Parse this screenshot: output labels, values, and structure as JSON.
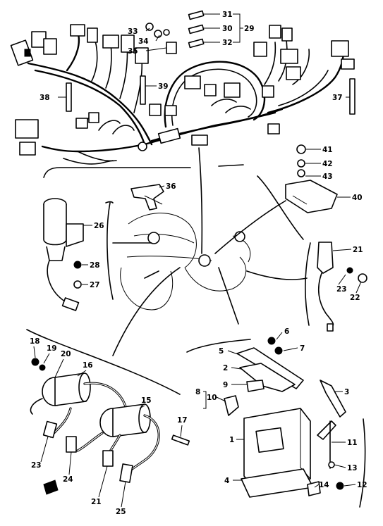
{
  "callouts": [
    {
      "id": "c31",
      "label": "31"
    },
    {
      "id": "c30",
      "label": "30"
    },
    {
      "id": "c29",
      "label": "29"
    },
    {
      "id": "c32",
      "label": "32"
    },
    {
      "id": "c33",
      "label": "33"
    },
    {
      "id": "c34",
      "label": "34"
    },
    {
      "id": "c35",
      "label": "35"
    },
    {
      "id": "c38",
      "label": "38"
    },
    {
      "id": "c39",
      "label": "39"
    },
    {
      "id": "c37",
      "label": "37"
    },
    {
      "id": "c41",
      "label": "41"
    },
    {
      "id": "c42",
      "label": "42"
    },
    {
      "id": "c43",
      "label": "43"
    },
    {
      "id": "c40",
      "label": "40"
    },
    {
      "id": "c36",
      "label": "36"
    },
    {
      "id": "c26",
      "label": "26"
    },
    {
      "id": "c28",
      "label": "28"
    },
    {
      "id": "c27",
      "label": "27"
    },
    {
      "id": "c21a",
      "label": "21"
    },
    {
      "id": "c23a",
      "label": "23"
    },
    {
      "id": "c22",
      "label": "22"
    },
    {
      "id": "c18",
      "label": "18"
    },
    {
      "id": "c19",
      "label": "19"
    },
    {
      "id": "c20",
      "label": "20"
    },
    {
      "id": "c16",
      "label": "16"
    },
    {
      "id": "c15",
      "label": "15"
    },
    {
      "id": "c17",
      "label": "17"
    },
    {
      "id": "c23b",
      "label": "23"
    },
    {
      "id": "c24",
      "label": "24"
    },
    {
      "id": "c21b",
      "label": "21"
    },
    {
      "id": "c25",
      "label": "25"
    },
    {
      "id": "c6",
      "label": "6"
    },
    {
      "id": "c7",
      "label": "7"
    },
    {
      "id": "c5",
      "label": "5"
    },
    {
      "id": "c2",
      "label": "2"
    },
    {
      "id": "c9",
      "label": "9"
    },
    {
      "id": "c8",
      "label": "8"
    },
    {
      "id": "c10",
      "label": "10"
    },
    {
      "id": "c3",
      "label": "3"
    },
    {
      "id": "c1",
      "label": "1"
    },
    {
      "id": "c11",
      "label": "11"
    },
    {
      "id": "c13",
      "label": "13"
    },
    {
      "id": "c4",
      "label": "4"
    },
    {
      "id": "c14",
      "label": "14"
    },
    {
      "id": "c12",
      "label": "12"
    }
  ]
}
